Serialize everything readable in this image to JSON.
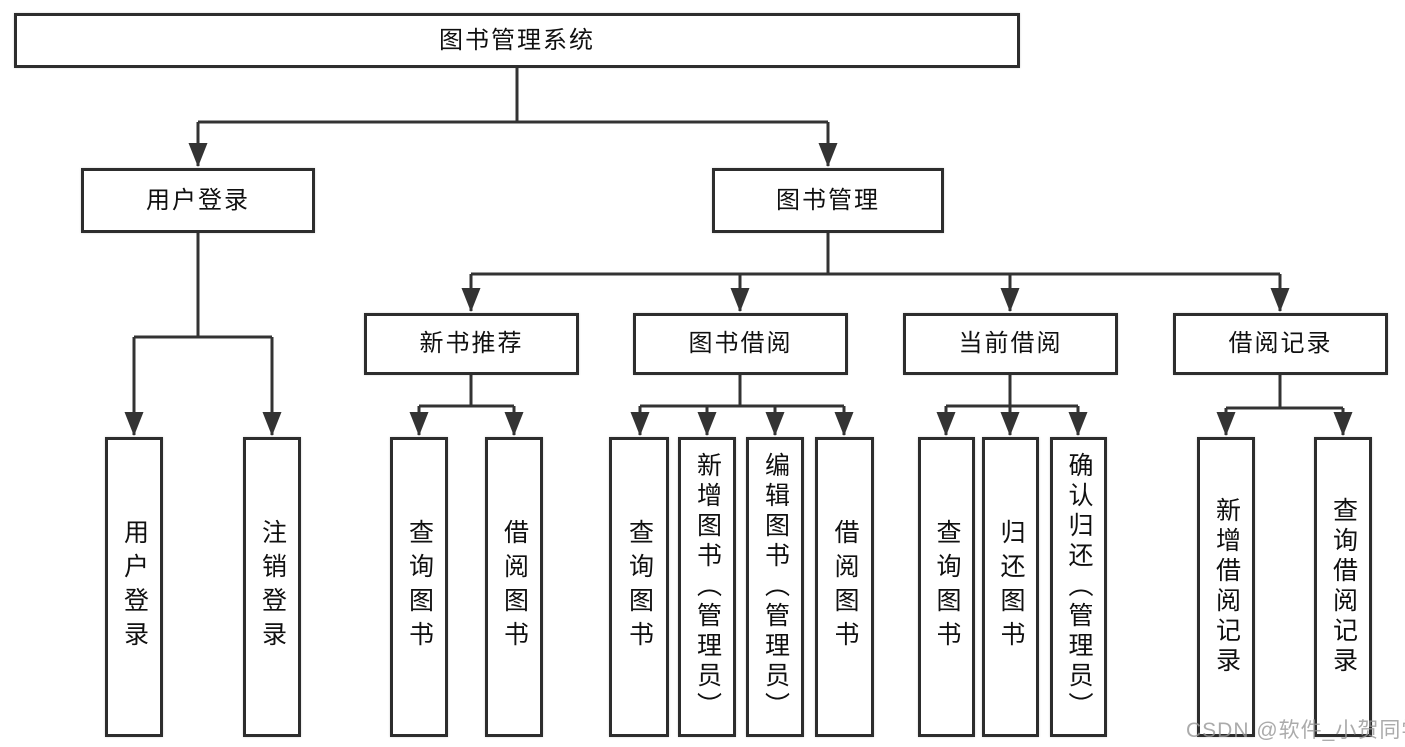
{
  "title": "图书管理系统",
  "nodes": {
    "root": "图书管理系统",
    "user_login": "用户登录",
    "book_management": "图书管理",
    "new_book_recommend": "新书推荐",
    "book_borrow": "图书借阅",
    "current_borrow": "当前借阅",
    "borrow_records": "借阅记录",
    "leaf_user_login": "用户登录",
    "leaf_logout": "注销登录",
    "rec_query_books": "查询图书",
    "rec_borrow_books": "借阅图书",
    "bor_query_books": "查询图书",
    "bor_add_books": "新增图书（管理员）",
    "bor_edit_books": "编辑图书（管理员）",
    "bor_borrow_books": "借阅图书",
    "cur_query_books": "查询图书",
    "cur_return_books": "归还图书",
    "cur_confirm_return": "确认归还（管理员）",
    "recd_add_record": "新增借阅记录",
    "recd_query_record": "查询借阅记录"
  },
  "watermark": "CSDN @软件_小贺同学",
  "colors": {
    "line": "#333333",
    "border": "#2d2d2d",
    "text": "#101010",
    "watermark": "#969696",
    "background": "#ffffff"
  }
}
